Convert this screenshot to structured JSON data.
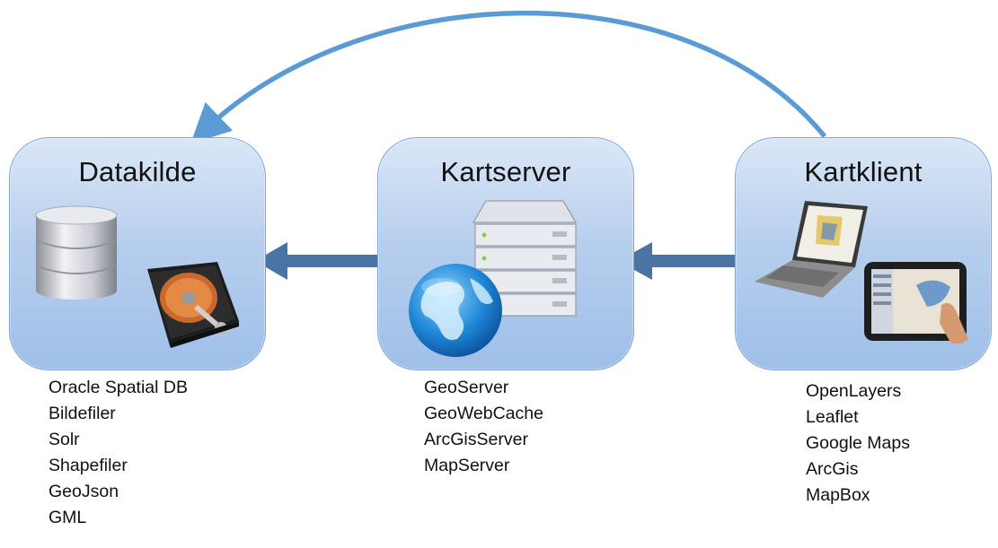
{
  "nodes": [
    {
      "id": "datakilde",
      "title": "Datakilde",
      "items": [
        "Oracle Spatial DB",
        "Bildefiler",
        "Solr",
        "Shapefiler",
        "GeoJson",
        "GML"
      ],
      "icons": [
        "database-icon",
        "hard-drive-icon"
      ]
    },
    {
      "id": "kartserver",
      "title": "Kartserver",
      "items": [
        "GeoServer",
        "GeoWebCache",
        "ArcGisServer",
        "MapServer"
      ],
      "icons": [
        "server-rack-icon",
        "globe-icon"
      ]
    },
    {
      "id": "kartklient",
      "title": "Kartklient",
      "items": [
        "OpenLayers",
        "Leaflet",
        "Google Maps",
        "ArcGis",
        "MapBox"
      ],
      "icons": [
        "laptop-icon",
        "tablet-icon"
      ]
    }
  ],
  "edges": [
    {
      "from": "kartserver",
      "to": "datakilde",
      "style": "straight-arrow"
    },
    {
      "from": "kartklient",
      "to": "kartserver",
      "style": "straight-arrow"
    },
    {
      "from": "kartklient",
      "to": "datakilde",
      "style": "curved-arrow"
    }
  ],
  "colors": {
    "box_fill": "#b7cfee",
    "box_border": "#7fa6dc",
    "straight_arrow": "#4a74a3",
    "curved_arrow": "#5b9bd5"
  }
}
